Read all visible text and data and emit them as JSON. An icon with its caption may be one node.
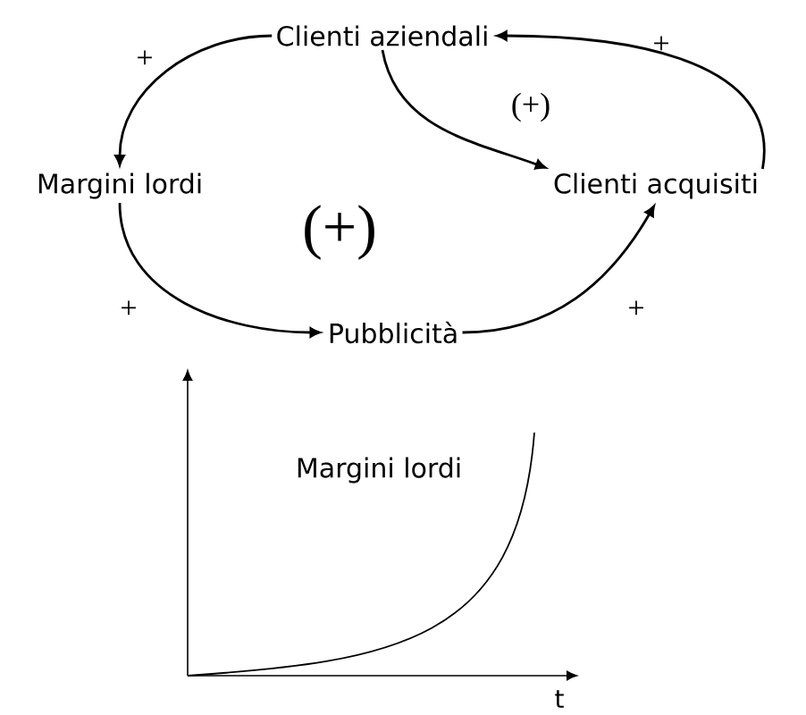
{
  "diagram": {
    "nodes": [
      {
        "text": [
          "Clienti aziendali"
        ]
      },
      {
        "text": [
          "Margini lordi"
        ]
      },
      {
        "text": [
          "Clienti acquisiti"
        ]
      },
      {
        "text": [
          "Pubblicità"
        ]
      }
    ],
    "edges": [
      {
        "from": 0,
        "to": 1,
        "arrow": "to",
        "label": "+"
      },
      {
        "from": 0,
        "to": 2,
        "arrow": "to"
      },
      {
        "from": 1,
        "to": 3,
        "arrow": "to",
        "label": "+"
      },
      {
        "from": 3,
        "to": 2,
        "arrow": "to",
        "label": "+"
      },
      {
        "from": 2,
        "to": 0,
        "arrow": "to",
        "label": "+"
      }
    ],
    "labels": [
      "(+)",
      "(+)",
      "Margini lordi",
      "t"
    ]
  }
}
